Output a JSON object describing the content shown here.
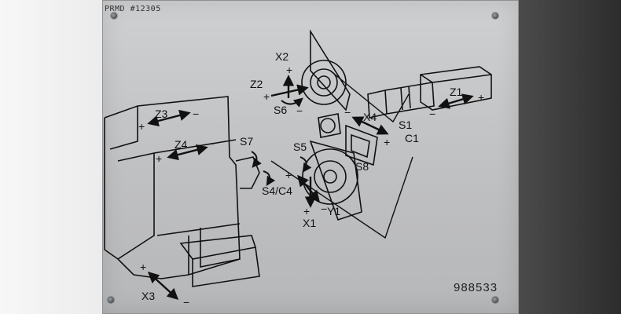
{
  "plate": {
    "program_stamp": "PRMD #12305",
    "part_number": "988533"
  },
  "axes": {
    "x1": "X1",
    "x2": "X2",
    "x3": "X3",
    "x4": "X4",
    "y1": "Y1",
    "z1": "Z1",
    "z2": "Z2",
    "z3": "Z3",
    "z4": "Z4",
    "s1": "S1",
    "s4_c4": "S4/C4",
    "s5": "S5",
    "s6": "S6",
    "s7": "S7",
    "s8": "S8",
    "c1": "C1"
  },
  "signs": {
    "plus": "+",
    "minus": "−"
  },
  "colors": {
    "plate": "#c4c5c7",
    "ink": "#111111",
    "background_left": "#f2f2f2",
    "background_right": "#333333"
  }
}
